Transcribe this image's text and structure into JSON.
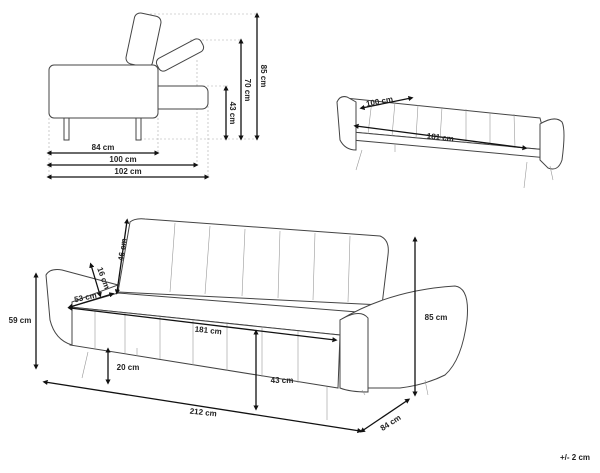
{
  "side_view": {
    "depth_seat": "84 cm",
    "depth_reclined": "100 cm",
    "depth_bed": "102 cm",
    "height_bed": "43 cm",
    "height_reclined": "70 cm",
    "height_upright": "85 cm"
  },
  "bed_view": {
    "bed_width": "100 cm",
    "bed_length": "181 cm"
  },
  "front_view": {
    "arm_height": "59 cm",
    "seat_depth": "53 cm",
    "seat_thickness": "16 cm",
    "back_height": "46 cm",
    "seat_width": "181 cm",
    "leg_height": "20 cm",
    "seat_height": "43 cm",
    "total_width": "212 cm",
    "total_depth": "84 cm",
    "total_height": "85 cm"
  },
  "tolerance": "+/- 2 cm"
}
